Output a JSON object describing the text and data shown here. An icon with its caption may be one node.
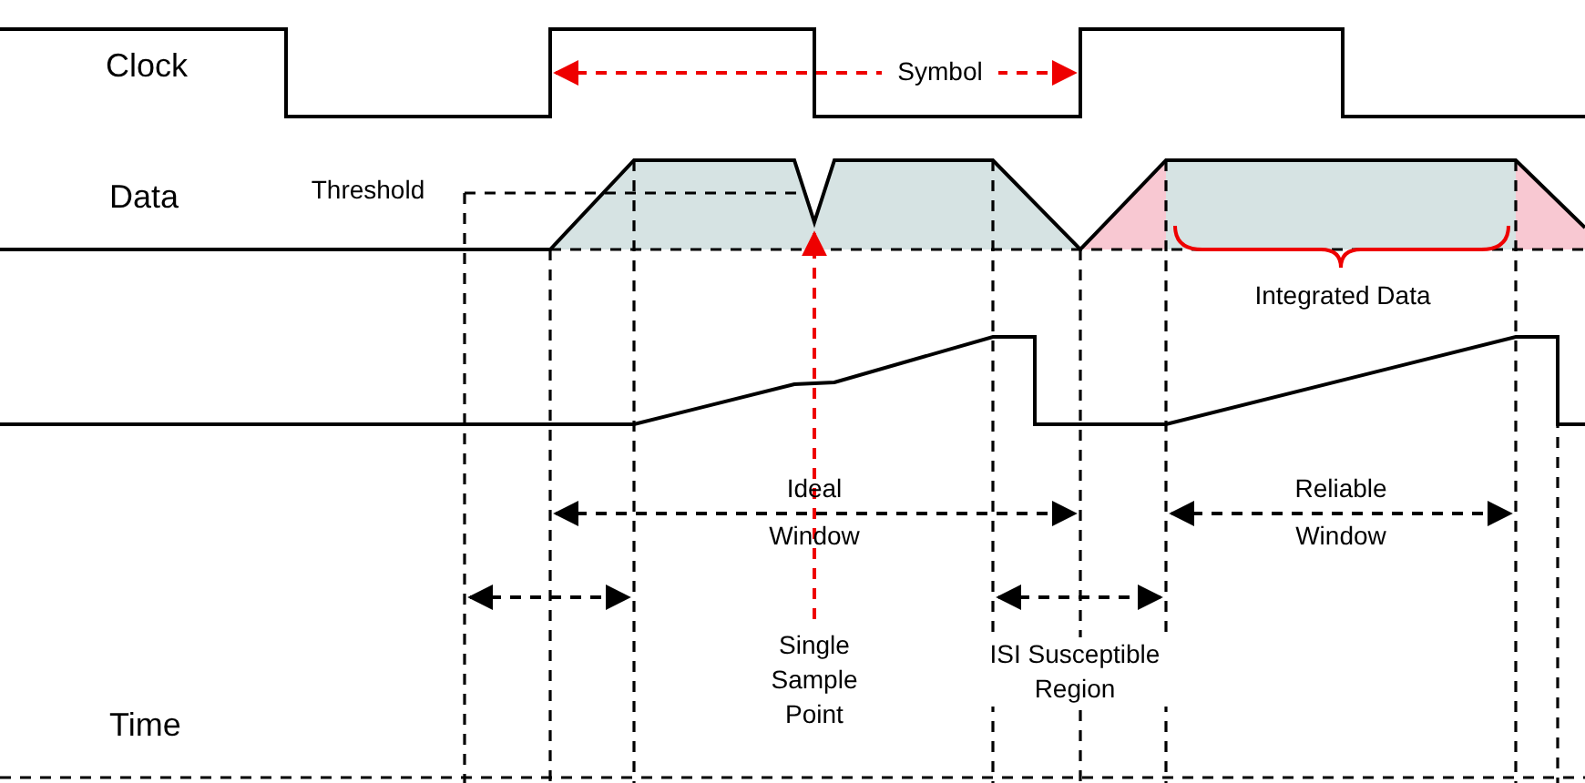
{
  "diagram": {
    "labels": [
      "Clock",
      "Symbol",
      "Data",
      "Threshold",
      "Integrated Data",
      "Ideal Window",
      "Reliable Window",
      "Single Sample Point",
      "ISI Susceptible Region",
      "Time"
    ]
  }
}
